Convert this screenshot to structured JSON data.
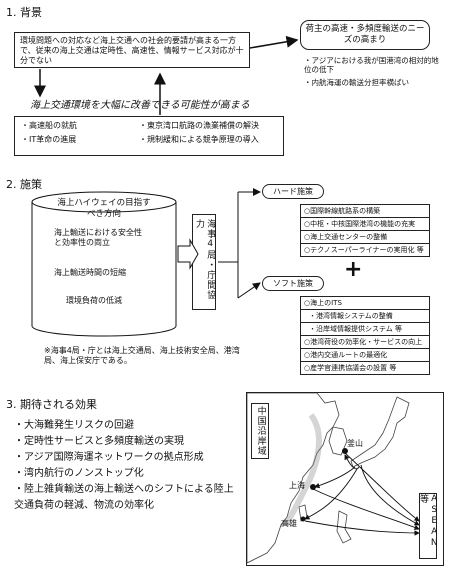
{
  "section1": {
    "title": "1. 背景",
    "issue_text": "環境問題への対応など海上交通への社会的要請が高まる一方で、従来の海上交通は定時性、高速性、情報サービス対応が十分でない",
    "demand_title": "荷主の高速・多頻度輸送のニーズの高まり",
    "demand_items": [
      "・アジアにおける我が国港湾の相対的地位の低下",
      "・内航海運の輸送分担率横ばい"
    ],
    "possibility_text": "海上交通環境を大幅に改善できる可能性が高まる",
    "factors": [
      "・高速船の就航",
      "・東京湾口航路の漁業補償の解決",
      "・IT革命の進展",
      "・規制緩和による競争原理の導入"
    ]
  },
  "section2": {
    "title": "2. 施策",
    "highway_title": "海上ハイウェイの目指すべき方向",
    "highway_items": [
      "海上輸送における安全性と効率性の両立",
      "海上輸送時間の短縮",
      "環境負荷の低減"
    ],
    "coop_label": "海事4局・庁間協力",
    "hard_title": "ハード施策",
    "hard_items": [
      "○国際幹線航路系の構築",
      "○中枢・中核国際港湾の機能の充実",
      "○海上交通センターの整備",
      "○テクノスーパーライナーの実用化 等"
    ],
    "plus": "+",
    "soft_title": "ソフト施策",
    "soft_items": [
      "○海上のITS",
      "・港湾情報システムの整備",
      "・沿岸域情報提供システム 等",
      "○港湾荷役の効率化・サービスの向上",
      "○港内交通ルートの最適化",
      "○産学官連携協議会の設置 等"
    ],
    "note": "※海事4局・庁とは海上交通局、海上技術安全局、港湾局、海上保安庁である。"
  },
  "section3": {
    "title": "3. 期待される効果",
    "effects": [
      "・大海難発生リスクの回避",
      "・定時性サービスと多頻度輸送の実現",
      "・アジア国際海運ネットワークの拠点形成",
      "・湾内航行のノンストップ化",
      "・陸上雑貨輸送の海上輸送へのシフトによる陸上交通負荷の軽減、物流の効率化"
    ],
    "map_labels": {
      "china_coast": "中国沿岸域",
      "asean": "ASEAN等",
      "shanghai": "上海",
      "busan": "釜山",
      "kaohsiung": "高雄"
    }
  }
}
